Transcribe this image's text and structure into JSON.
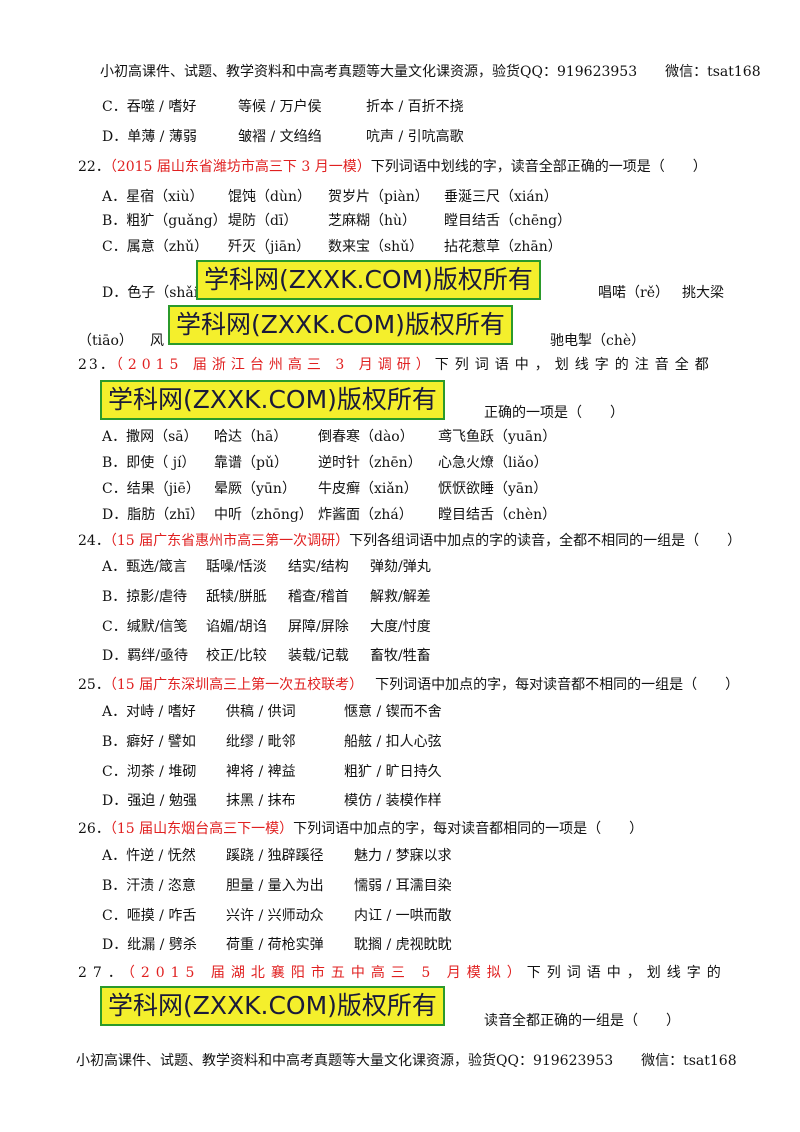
{
  "header": {
    "text": "小初高课件、试题、教学资料和中高考真题等大量文化课资源，验货QQ：919623953　　微信：tsat168"
  },
  "footer": {
    "text": "小初高课件、试题、教学资料和中高考真题等大量文化课资源，验货QQ：919623953　　微信：tsat168"
  },
  "watermark": {
    "text": "学科网(ZXXK.COM)版权所有"
  },
  "q21": {
    "c": [
      "C．吞噬 / 嗜好",
      "等候 / 万户侯",
      "折本 / 百折不挠"
    ],
    "d": [
      "D．单薄 / 薄弱",
      "皱褶 / 文绉绉",
      "吭声 / 引吭高歌"
    ]
  },
  "q22": {
    "num": "22．",
    "src": "（2015 届山东省潍坊市高三下 3 月一模）",
    "stem": "下列词语中划线的字，读音全部正确的一项是（　　）",
    "a": [
      "A．星宿（xiù）",
      "馄饨（dùn）",
      "贺岁片（piàn）",
      "垂涎三尺（xián）"
    ],
    "b": [
      "B．粗犷（guǎng）",
      "堤防（dī）",
      "芝麻糊（hù）",
      "瞠目结舌（chēng）"
    ],
    "c": [
      "C．属意（zhǔ）",
      "歼灭（jiān）",
      "数来宝（shǔ）",
      "拈花惹草（zhān）"
    ],
    "d_start": "D．色子（shǎi）",
    "d_mid": "唱喏（rě）",
    "d_end": "挑大梁",
    "d2_start": "（tiāo）",
    "d2_mid": "风",
    "d2_end": "驰电掣（chè）"
  },
  "q23": {
    "num": "23．",
    "src": "（2015 届浙江台州高三 3 月调研）",
    "stem1": "下列词语中，划线字的注音全都",
    "stem2": "正确的一项是（　　）",
    "a": [
      "A．撒网（sā）",
      "哈达（hā）",
      "倒春寒（dào）",
      "鸢飞鱼跃（yuān）"
    ],
    "b": [
      "B．即使（ jí）",
      "靠谱（pǔ）",
      "逆时针（zhēn）",
      "心急火燎（liǎo）"
    ],
    "c": [
      "C．结果（jiē）",
      "晕厥（yūn）",
      "牛皮癣（xiǎn）",
      "恹恹欲睡（yān）"
    ],
    "d": [
      "D．脂肪（zhī）",
      "中听（zhōng）",
      "炸酱面（zhá）",
      "瞠目结舌（chèn）"
    ]
  },
  "q24": {
    "num": "24．",
    "src": "（15 届广东省惠州市高三第一次调研）",
    "stem": "下列各组词语中加点的字的读音，全都不相同的一组是（　　）",
    "a": [
      "A．甄选/箴言",
      "聒噪/恬淡",
      "结实/结构",
      "弹劾/弹丸"
    ],
    "b": [
      "B．掠影/虐待",
      "舐犊/胼胝",
      "稽查/稽首",
      "解救/解差"
    ],
    "c": [
      "C．缄默/信笺",
      "谄媚/胡诌",
      "屏障/屏除",
      "大度/忖度"
    ],
    "d": [
      "D．羁绊/亟待",
      "校正/比较",
      "装载/记载",
      "畜牧/牲畜"
    ]
  },
  "q25": {
    "num": "25．",
    "src": "（15 届广东深圳高三上第一次五校联考）",
    "stem": "下列词语中加点的字，每对读音都不相同的一组是（　　）",
    "a": [
      "A．对峙 / 嗜好",
      "供稿 / 供词",
      "惬意 / 锲而不舍"
    ],
    "b": [
      "B．癖好 / 譬如",
      "纰缪 / 毗邻",
      "船舷 / 扣人心弦"
    ],
    "c": [
      "C．沏茶 / 堆砌",
      "裨将 / 裨益",
      "粗犷 / 旷日持久"
    ],
    "d": [
      "D．强迫 / 勉强",
      "抹黑 / 抹布",
      "模仿 / 装模作样"
    ]
  },
  "q26": {
    "num": "26．",
    "src": "（15 届山东烟台高三下一模）",
    "stem": "下列词语中加点的字，每对读音都相同的一项是（　　）",
    "a": [
      "A．忤逆 / 怃然",
      "蹊跷 / 独辟蹊径",
      "魅力 / 梦寐以求"
    ],
    "b": [
      "B．汗渍 / 恣意",
      "胆量 / 量入为出",
      "懦弱 / 耳濡目染"
    ],
    "c": [
      "C．咂摸 / 咋舌",
      "兴许 / 兴师动众",
      "内讧 / 一哄而散"
    ],
    "d": [
      "D．纰漏 / 劈杀",
      "荷重 / 荷枪实弹",
      "耽搁 / 虎视眈眈"
    ]
  },
  "q27": {
    "num": "27．",
    "src": "（2015 届湖北襄阳市五中高三 5 月模拟）",
    "stem1": "下列词语中，划线字的",
    "stem2": "读音全都正确的一组是（　　）"
  }
}
